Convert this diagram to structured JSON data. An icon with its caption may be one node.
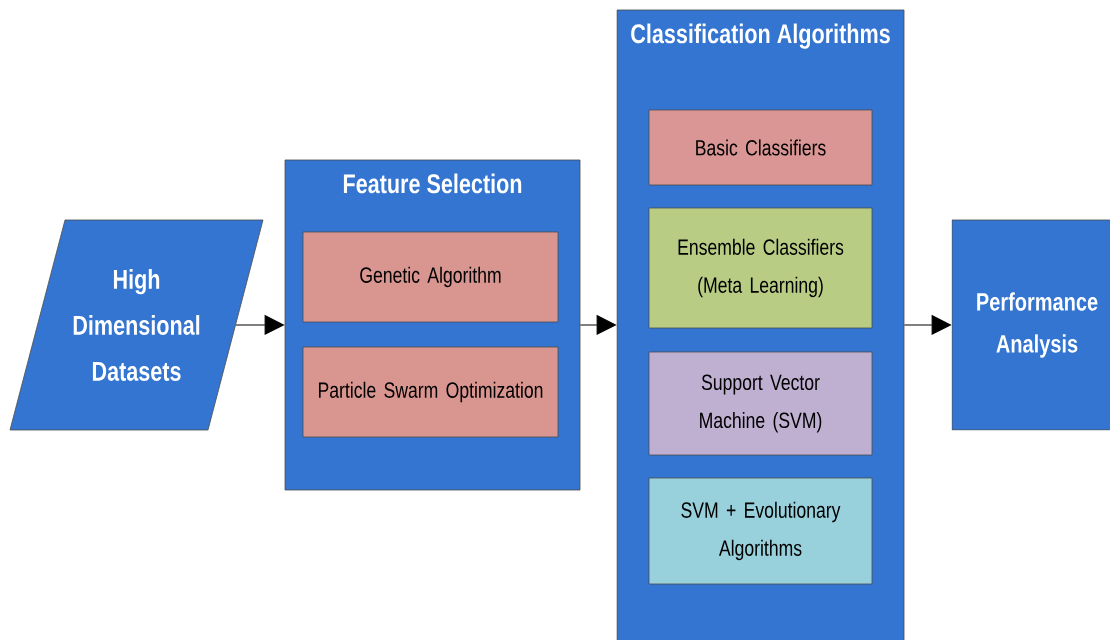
{
  "diagram": {
    "nodes": [
      {
        "text": [
          "High Dimensional Datasets"
        ]
      },
      {
        "text": [
          "Feature Selection"
        ]
      },
      {
        "text": [
          "Genetic Algorithm"
        ],
        "in": 1
      },
      {
        "text": [
          "Particle Swarm Optimization"
        ],
        "in": 1
      },
      {
        "text": [
          "Classification Algorithms"
        ]
      },
      {
        "text": [
          "Basic Classifiers"
        ],
        "in": 4
      },
      {
        "text": [
          "Ensemble Classifiers (Meta Learning)"
        ],
        "in": 4
      },
      {
        "text": [
          "Support Vector Machine (SVM)"
        ],
        "in": 4
      },
      {
        "text": [
          "SVM + Evolutionary Algorithms"
        ],
        "in": 4
      },
      {
        "text": [
          "Performance Analysis"
        ]
      }
    ],
    "edges": [
      {
        "from": 0,
        "to": 1,
        "arrow": "to"
      },
      {
        "from": 1,
        "to": 4,
        "arrow": "to"
      },
      {
        "from": 4,
        "to": 9,
        "arrow": "to"
      }
    ]
  }
}
